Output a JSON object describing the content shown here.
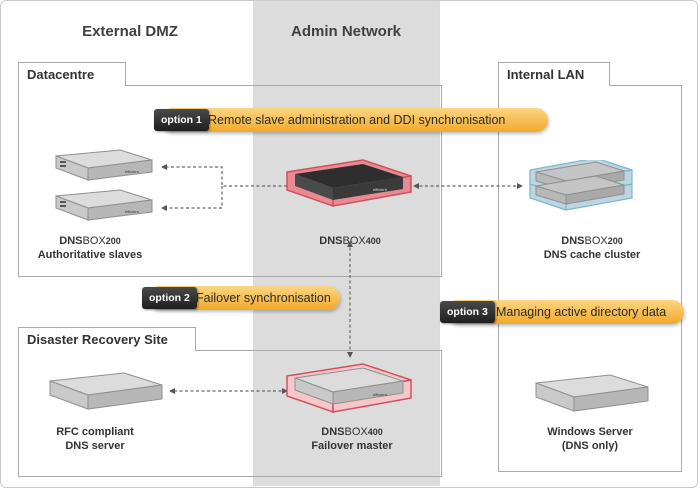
{
  "columns": {
    "external_dmz": "External DMZ",
    "admin_network": "Admin Network"
  },
  "zones": {
    "datacentre": "Datacentre",
    "internal_lan": "Internal LAN",
    "disaster_recovery": "Disaster Recovery Site"
  },
  "options": [
    {
      "tag": "option 1",
      "text": "Remote slave administration and DDI synchronisation"
    },
    {
      "tag": "option 2",
      "text": "Failover synchronisation"
    },
    {
      "tag": "option 3",
      "text": "Managing active directory data"
    }
  ],
  "devices": {
    "slaves": {
      "brand_bold": "DNS",
      "brand_light": "BOX",
      "model": "200",
      "caption": "Authoritative slaves"
    },
    "box400": {
      "brand_bold": "DNS",
      "brand_light": "BOX",
      "model": "400"
    },
    "cache": {
      "brand_bold": "DNS",
      "brand_light": "BOX",
      "model": "200",
      "caption": "DNS cache cluster"
    },
    "failover": {
      "brand_bold": "DNS",
      "brand_light": "BOX",
      "model": "400",
      "caption": "Failover master"
    },
    "rfc": {
      "line1": "RFC compliant",
      "line2": "DNS server"
    },
    "windows": {
      "line1": "Windows Server",
      "line2": "(DNS only)"
    }
  },
  "colors": {
    "admin_band": "#dcdcdd",
    "gray_box_top": "#dcdcdc",
    "blue_box_top": "#bcd5e2",
    "red_box_glow": "#e98a93",
    "option_pill": "#f5b83a",
    "option_tag": "#2a2a2a"
  }
}
